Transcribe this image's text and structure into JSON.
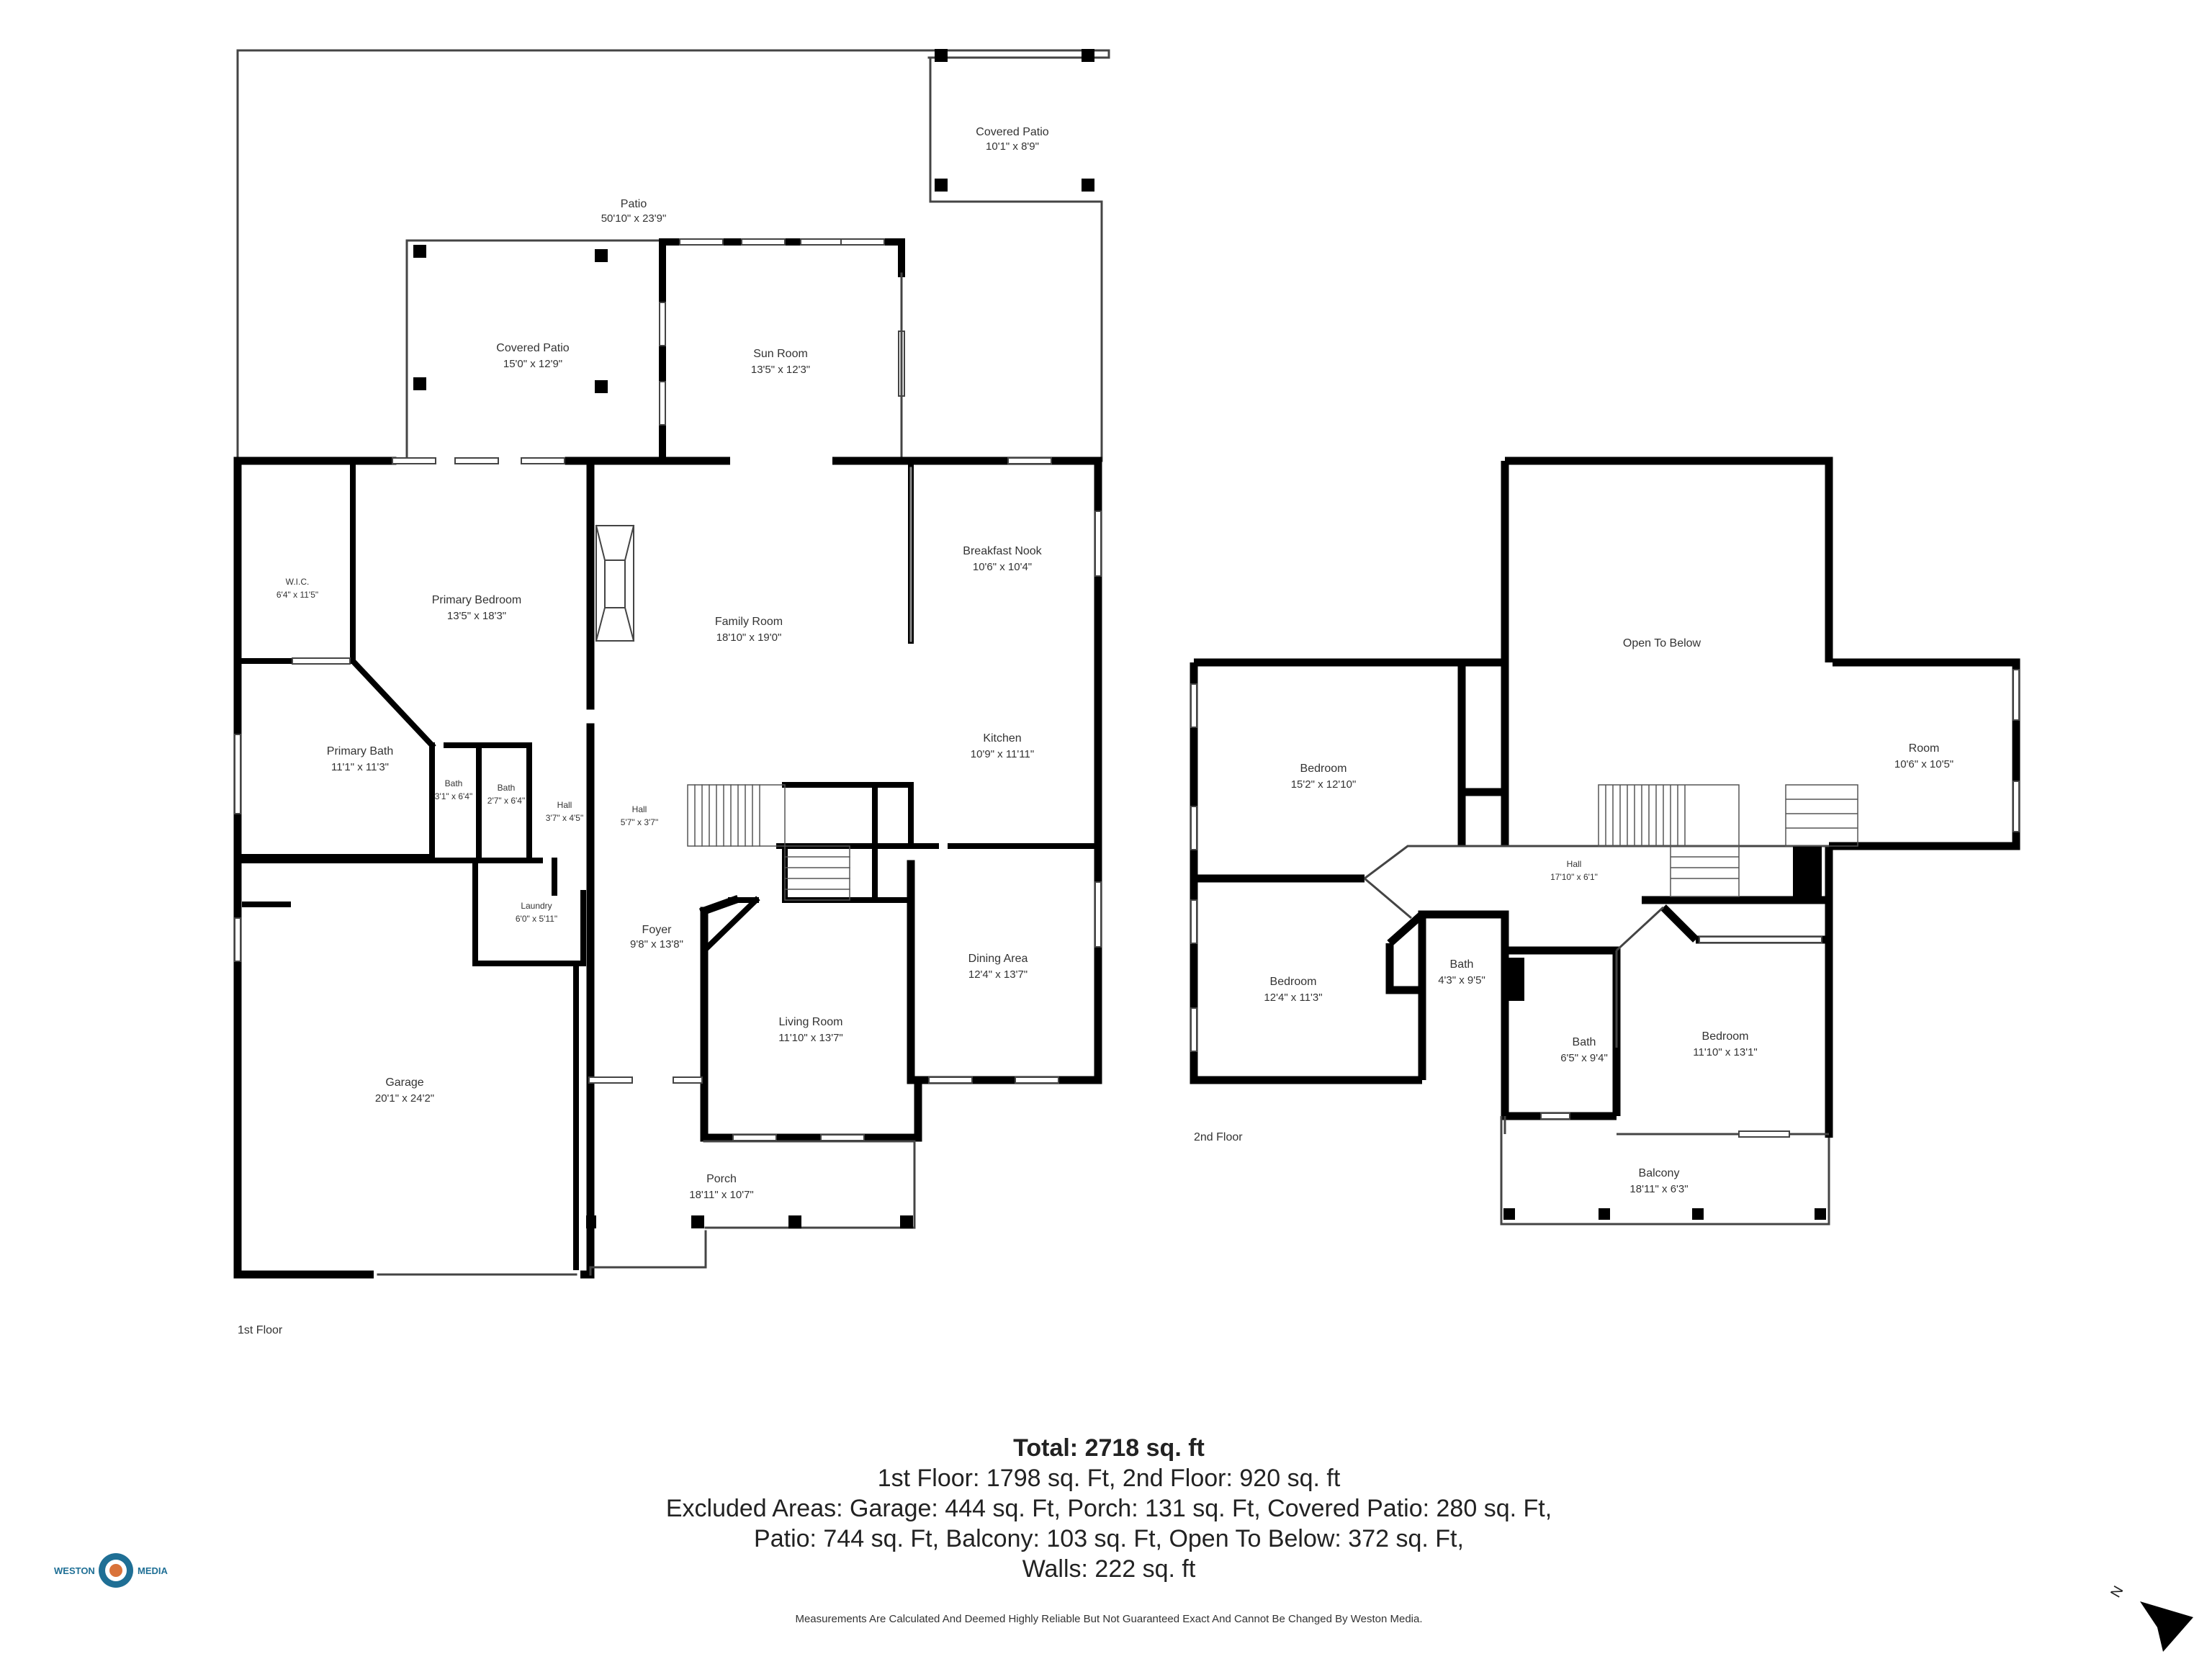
{
  "floor_labels": {
    "first": "1st Floor",
    "second": "2nd Floor"
  },
  "rooms_first": {
    "patio": {
      "name": "Patio",
      "dim": "50'10\" x 23'9\""
    },
    "covered_patio_top": {
      "name": "Covered Patio",
      "dim": "10'1\" x 8'9\""
    },
    "covered_patio": {
      "name": "Covered Patio",
      "dim": "15'0\" x 12'9\""
    },
    "sun_room": {
      "name": "Sun Room",
      "dim": "13'5\" x 12'3\""
    },
    "wic": {
      "name": "W.I.C.",
      "dim": "6'4\" x 11'5\""
    },
    "primary_bedroom": {
      "name": "Primary Bedroom",
      "dim": "13'5\" x 18'3\""
    },
    "family_room": {
      "name": "Family Room",
      "dim": "18'10\" x 19'0\""
    },
    "breakfast_nook": {
      "name": "Breakfast Nook",
      "dim": "10'6\" x 10'4\""
    },
    "kitchen": {
      "name": "Kitchen",
      "dim": "10'9\" x 11'11\""
    },
    "primary_bath": {
      "name": "Primary Bath",
      "dim": "11'1\" x 11'3\""
    },
    "bath_a": {
      "name": "Bath",
      "dim": "3'1\" x 6'4\""
    },
    "bath_b": {
      "name": "Bath",
      "dim": "2'7\" x 6'4\""
    },
    "hall_a": {
      "name": "Hall",
      "dim": "3'7\" x 4'5\""
    },
    "hall_b": {
      "name": "Hall",
      "dim": "5'7\" x 3'7\""
    },
    "laundry": {
      "name": "Laundry",
      "dim": "6'0\" x 5'11\""
    },
    "foyer": {
      "name": "Foyer",
      "dim": "9'8\" x 13'8\""
    },
    "dining_area": {
      "name": "Dining Area",
      "dim": "12'4\" x 13'7\""
    },
    "living_room": {
      "name": "Living Room",
      "dim": "11'10\" x 13'7\""
    },
    "garage": {
      "name": "Garage",
      "dim": "20'1\" x 24'2\""
    },
    "porch": {
      "name": "Porch",
      "dim": "18'11\" x 10'7\""
    }
  },
  "rooms_second": {
    "open_to_below": {
      "name": "Open To Below"
    },
    "bedroom_1": {
      "name": "Bedroom",
      "dim": "15'2\" x 12'10\""
    },
    "room": {
      "name": "Room",
      "dim": "10'6\" x 10'5\""
    },
    "hall": {
      "name": "Hall",
      "dim": "17'10\" x 6'1\""
    },
    "bedroom_2": {
      "name": "Bedroom",
      "dim": "12'4\" x 11'3\""
    },
    "bath_1": {
      "name": "Bath",
      "dim": "4'3\" x 9'5\""
    },
    "bath_2": {
      "name": "Bath",
      "dim": "6'5\" x 9'4\""
    },
    "bedroom_3": {
      "name": "Bedroom",
      "dim": "11'10\" x 13'1\""
    },
    "balcony": {
      "name": "Balcony",
      "dim": "18'11\" x 6'3\""
    }
  },
  "summary": {
    "total": "Total: 2718 sq. ft",
    "line1": "1st Floor: 1798 sq. Ft, 2nd Floor: 920 sq. ft",
    "line2": "Excluded Areas: Garage: 444 sq. Ft, Porch: 131 sq. Ft, Covered Patio: 280 sq. Ft,",
    "line3": "Patio: 744 sq. Ft, Balcony: 103 sq. Ft, Open To Below: 372 sq. Ft,",
    "line4": "Walls: 222 sq. ft"
  },
  "disclaimer": "Measurements Are Calculated And Deemed Highly Reliable But Not Guaranteed Exact And Cannot Be Changed By Weston Media.",
  "logo": {
    "left": "WESTON",
    "right": "MEDIA"
  },
  "compass": {
    "label": "N",
    "icon": "north-arrow-icon"
  },
  "colors": {
    "wall": "#000000",
    "thin_wall": "#444444",
    "logo": "#1f6f95",
    "logo_accent": "#d9733a"
  }
}
